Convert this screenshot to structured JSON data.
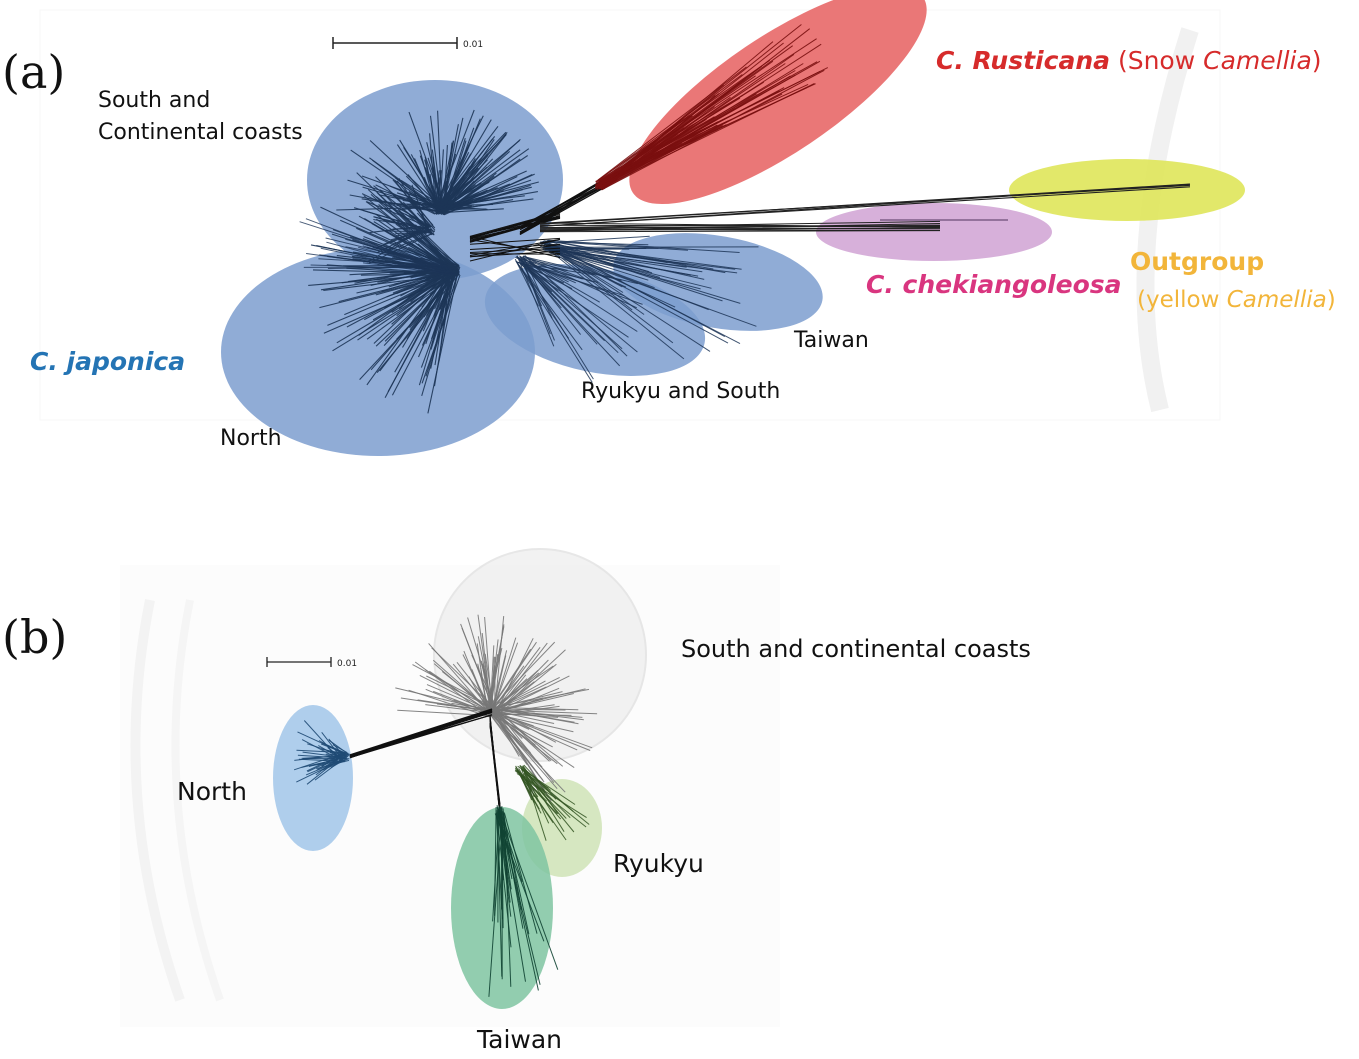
{
  "panel_a": {
    "letter": "(a)",
    "scale_label": "0.01",
    "species_japonica": "C.  japonica",
    "group_south": [
      "South and",
      "Continental coasts"
    ],
    "group_north": "North",
    "group_ryukyu": "Ryukyu and South",
    "group_taiwan": "Taiwan",
    "rusticana": {
      "name": "C. Rusticana",
      "open": " (Snow ",
      "genus": "Camellia",
      "close": ")"
    },
    "chekiangoleosa": "C. chekiangoleosa",
    "outgroup": {
      "title": "Outgroup",
      "open": "(yellow ",
      "genus": "Camellia",
      "close": ")"
    }
  },
  "panel_b": {
    "letter": "(b)",
    "scale_label": "0.01",
    "group_south": "South and continental coasts",
    "group_north": "North",
    "group_ryukyu": "Ryukyu",
    "group_taiwan": "Taiwan"
  },
  "colors": {
    "japonica_blue": "#7c9dcf",
    "rusticana_red": "#e86868",
    "outgroup_yellow": "#dfe65a",
    "chekiang_purple": "#d3a7d6",
    "label_blue": "#2474b4",
    "label_red": "#d62b2b",
    "label_magenta": "#d9357f",
    "label_orange": "#f2b53a",
    "b_north_blue": "#a6c9ea",
    "b_ryukyu_green": "#cfe3b6",
    "b_taiwan_green": "#7fc4a1",
    "b_south_grey": "#eaeaea"
  }
}
